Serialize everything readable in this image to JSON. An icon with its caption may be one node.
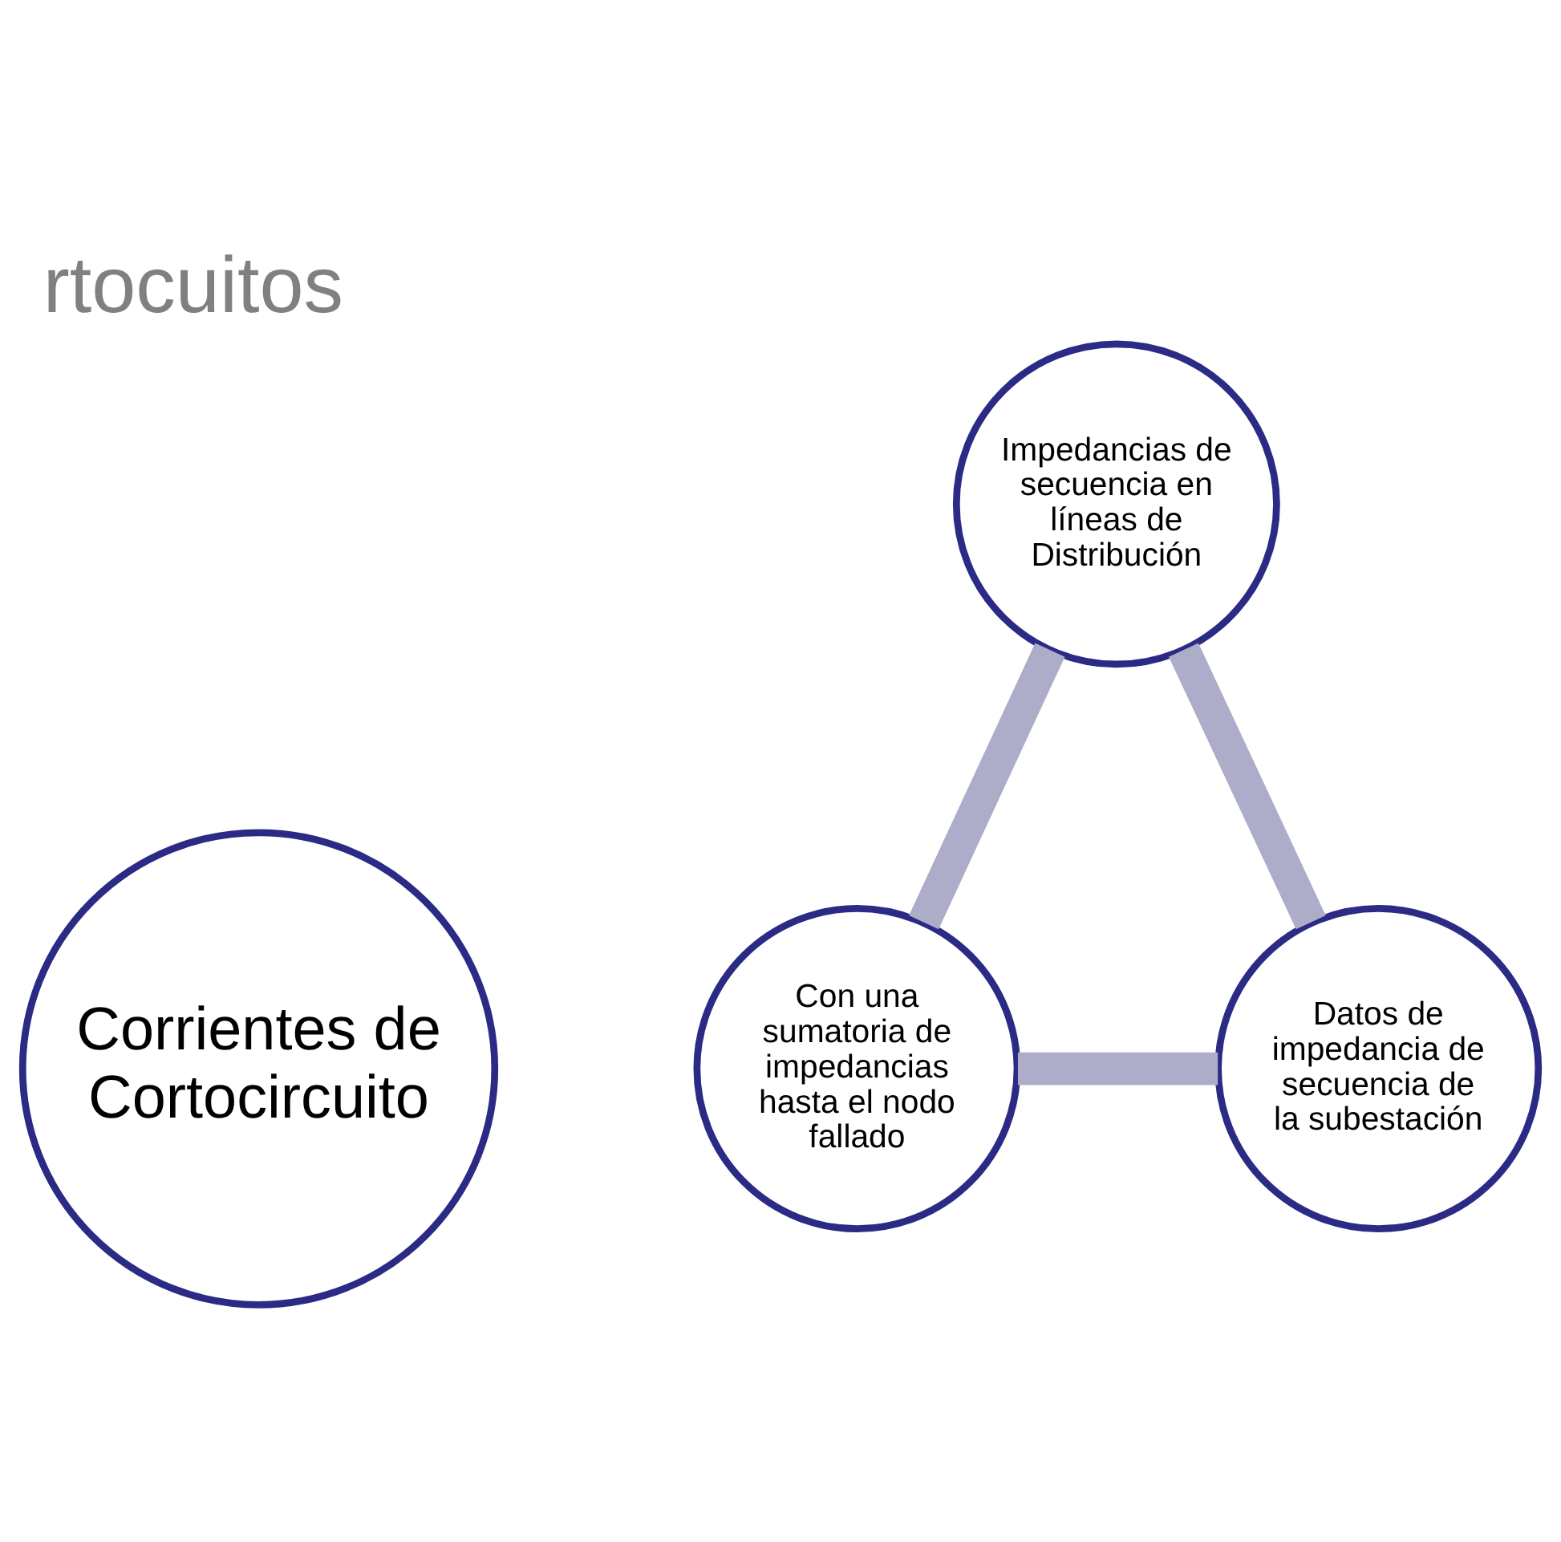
{
  "diagram": {
    "title": "rtocuitos",
    "nodes": [
      {
        "text": [
          "Corrientes de Cortocircuito"
        ]
      },
      {
        "text": [
          "Impedancias de secuencia en líneas de Distribución"
        ]
      },
      {
        "text": [
          "Con una sumatoria de impedancias hasta el nodo fallado"
        ]
      },
      {
        "text": [
          "Datos de impedancia de secuencia de la subestación"
        ]
      }
    ],
    "edges": [
      {
        "from": 1,
        "to": 2,
        "arrow": "none"
      },
      {
        "from": 2,
        "to": 3,
        "arrow": "none"
      },
      {
        "from": 3,
        "to": 1,
        "arrow": "none"
      }
    ]
  }
}
